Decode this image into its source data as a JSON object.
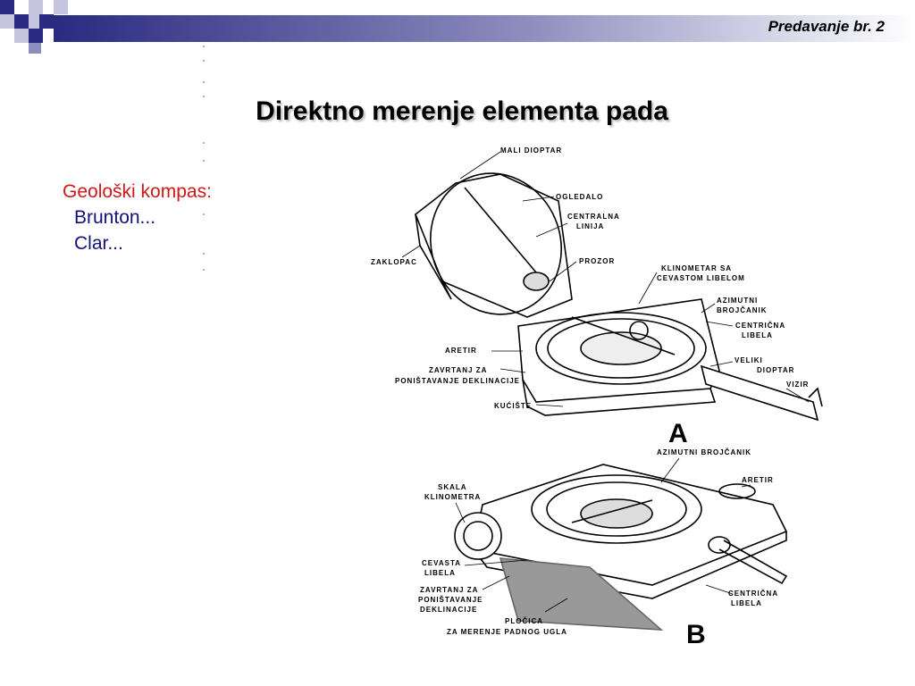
{
  "header": {
    "lecture_label": "Predavanje br. 2"
  },
  "slide": {
    "title": "Direktno merenje elementa pada",
    "list": {
      "heading": "Geološki kompas:",
      "items": [
        "Brunton...",
        "Clar..."
      ]
    }
  },
  "figure": {
    "panel_a": {
      "letter": "A",
      "labels": [
        "MALI DIOPTAR",
        "OGLEDALO",
        "CENTRALNA",
        "LINIJA",
        "ZAKLOPAC",
        "PROZOR",
        "KLINOMETAR SA",
        "CEVASTOM LIBELOM",
        "AZIMUTNI",
        "BROJČANIK",
        "CENTRIČNA",
        "LIBELA",
        "ARETIR",
        "VELIKI",
        "DIOPTAR",
        "ZAVRTANJ ZA",
        "PONIŠTAVANJE DEKLINACIJE",
        "VIZIR",
        "KUĆIŠTE"
      ]
    },
    "panel_b": {
      "letter": "B",
      "labels": [
        "AZIMUTNI BROJČANIK",
        "ARETIR",
        "SKALA",
        "KLINOMETRA",
        "CEVASTA",
        "LIBELA",
        "ZAVRTANJ ZA",
        "PONIŠTAVANJE",
        "DEKLINACIJE",
        "PLOČICA",
        "ZA MERENJE PADNOG UGLA",
        "CENTRIČNA",
        "LIBELA"
      ]
    }
  },
  "colors": {
    "accent_navy": "#2a2a80",
    "heading_red": "#d01818",
    "item_blue": "#12127a"
  }
}
